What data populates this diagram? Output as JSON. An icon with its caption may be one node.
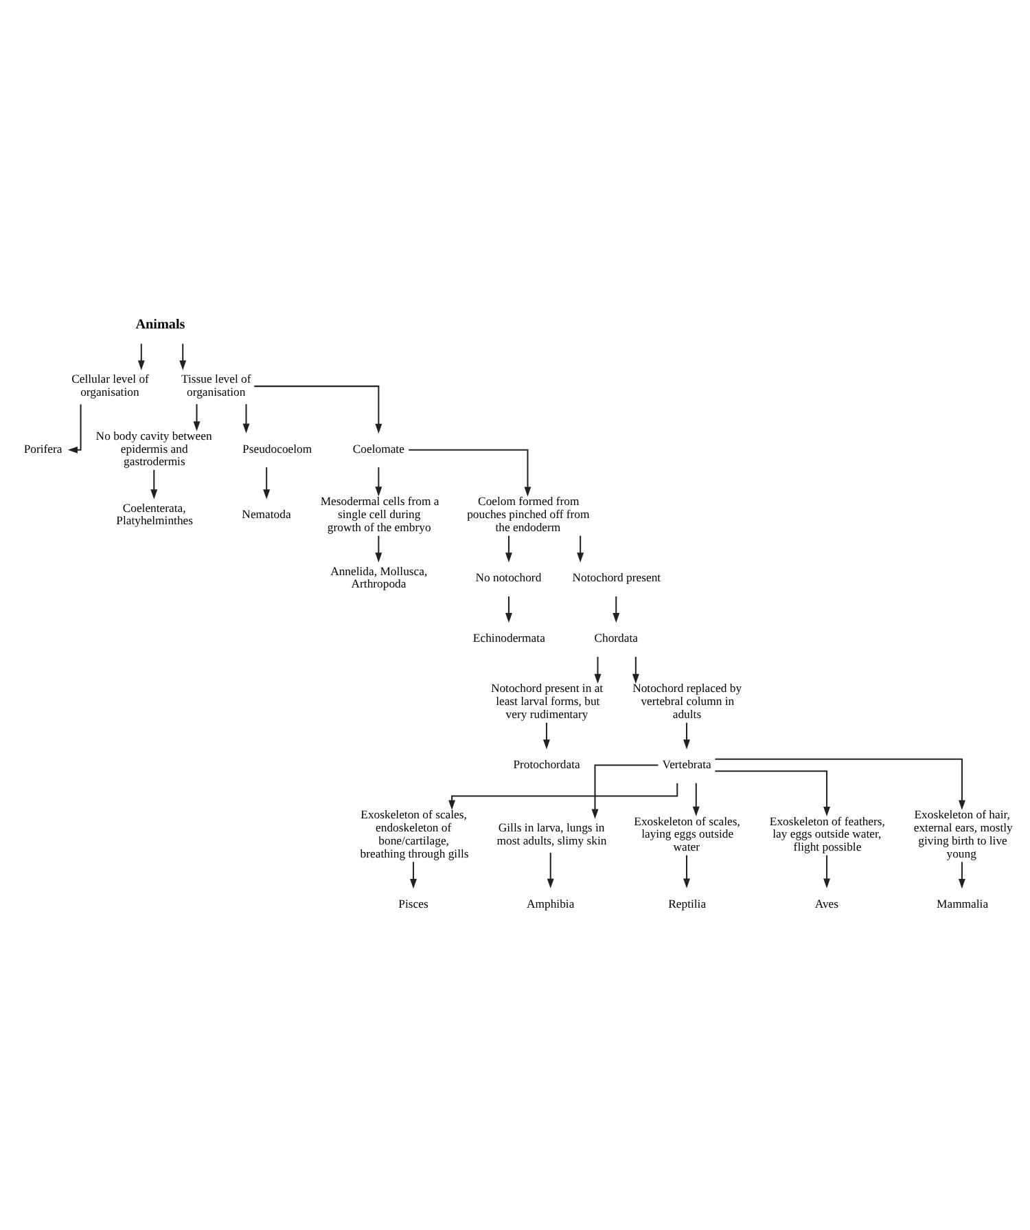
{
  "diagram": {
    "nodes": [
      {
        "text": [
          "Animals"
        ]
      },
      {
        "text": [
          "Cellular level of organisation"
        ]
      },
      {
        "text": [
          "Tissue level of organisation"
        ]
      },
      {
        "text": [
          "Porifera"
        ]
      },
      {
        "text": [
          "No body cavity between epidermis and gastrodermis"
        ]
      },
      {
        "text": [
          "Pseudocoelom"
        ]
      },
      {
        "text": [
          "Coelomate"
        ]
      },
      {
        "text": [
          "Coelenterata, Platyhelminthes"
        ]
      },
      {
        "text": [
          "Nematoda"
        ]
      },
      {
        "text": [
          "Mesodermal cells from a single cell during growth of the embryo"
        ]
      },
      {
        "text": [
          "Coelom formed from pouches pinched off from the endoderm"
        ]
      },
      {
        "text": [
          "Annelida, Mollusca, Arthropoda"
        ]
      },
      {
        "text": [
          "No notochord"
        ]
      },
      {
        "text": [
          "Notochord present"
        ]
      },
      {
        "text": [
          "Echinodermata"
        ]
      },
      {
        "text": [
          "Chordata"
        ]
      },
      {
        "text": [
          "Notochord present in at least larval forms, but very rudimentary"
        ]
      },
      {
        "text": [
          "Notochord replaced by vertebral column in adults"
        ]
      },
      {
        "text": [
          "Protochordata"
        ]
      },
      {
        "text": [
          "Vertebrata"
        ]
      },
      {
        "text": [
          "Exoskeleton of scales, endoskeleton of bone/cartilage, breathing through gills"
        ]
      },
      {
        "text": [
          "Gills in larva, lungs in most adults, slimy skin"
        ]
      },
      {
        "text": [
          "Exoskeleton of scales, laying eggs outside water"
        ]
      },
      {
        "text": [
          "Exoskeleton of feathers, lay eggs outside water, flight possible"
        ]
      },
      {
        "text": [
          "Exoskeleton of hair, external ears, mostly giving birth to live young"
        ]
      },
      {
        "text": [
          "Pisces"
        ]
      },
      {
        "text": [
          "Amphibia"
        ]
      },
      {
        "text": [
          "Reptilia"
        ]
      },
      {
        "text": [
          "Aves"
        ]
      },
      {
        "text": [
          "Mammalia"
        ]
      }
    ],
    "edges": [
      {
        "from": 0,
        "to": 1,
        "arrow": "to"
      },
      {
        "from": 0,
        "to": 2,
        "arrow": "to"
      },
      {
        "from": 1,
        "to": 3,
        "arrow": "to"
      },
      {
        "from": 2,
        "to": 4,
        "arrow": "to"
      },
      {
        "from": 2,
        "to": 5,
        "arrow": "to"
      },
      {
        "from": 2,
        "to": 6,
        "arrow": "to"
      },
      {
        "from": 4,
        "to": 7,
        "arrow": "to"
      },
      {
        "from": 5,
        "to": 8,
        "arrow": "to"
      },
      {
        "from": 6,
        "to": 9,
        "arrow": "to"
      },
      {
        "from": 6,
        "to": 10,
        "arrow": "to"
      },
      {
        "from": 9,
        "to": 11,
        "arrow": "to"
      },
      {
        "from": 10,
        "to": 12,
        "arrow": "to"
      },
      {
        "from": 10,
        "to": 13,
        "arrow": "to"
      },
      {
        "from": 12,
        "to": 14,
        "arrow": "to"
      },
      {
        "from": 13,
        "to": 15,
        "arrow": "to"
      },
      {
        "from": 15,
        "to": 16,
        "arrow": "to"
      },
      {
        "from": 15,
        "to": 17,
        "arrow": "to"
      },
      {
        "from": 16,
        "to": 18,
        "arrow": "to"
      },
      {
        "from": 17,
        "to": 19,
        "arrow": "to"
      },
      {
        "from": 19,
        "to": 20,
        "arrow": "to"
      },
      {
        "from": 19,
        "to": 21,
        "arrow": "to"
      },
      {
        "from": 19,
        "to": 22,
        "arrow": "to"
      },
      {
        "from": 19,
        "to": 23,
        "arrow": "to"
      },
      {
        "from": 19,
        "to": 24,
        "arrow": "to"
      },
      {
        "from": 20,
        "to": 25,
        "arrow": "to"
      },
      {
        "from": 21,
        "to": 26,
        "arrow": "to"
      },
      {
        "from": 22,
        "to": 27,
        "arrow": "to"
      },
      {
        "from": 23,
        "to": 28,
        "arrow": "to"
      },
      {
        "from": 24,
        "to": 29,
        "arrow": "to"
      }
    ]
  }
}
